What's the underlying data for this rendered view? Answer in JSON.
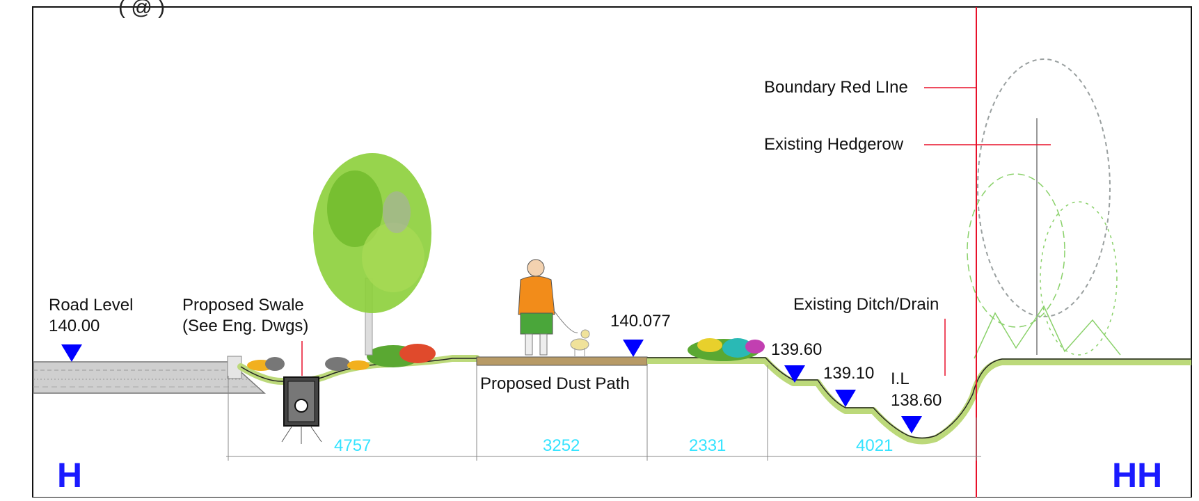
{
  "section": {
    "title_fragment": "(   @  )",
    "left_mark": "H",
    "right_mark": "HH"
  },
  "labels": {
    "road_level": "Road Level",
    "road_level_value": "140.00",
    "swale_line1": "Proposed Swale",
    "swale_line2": "(See Eng. Dwgs)",
    "path_level": "140.077",
    "dust_path": "Proposed Dust Path",
    "ditch": "Existing Ditch/Drain",
    "level_a": "139.60",
    "level_b": "139.10",
    "invert_label": "I.L",
    "invert_value": "138.60",
    "boundary": "Boundary Red LIne",
    "hedgerow": "Existing Hedgerow"
  },
  "dimensions": [
    "4757",
    "3252",
    "2331",
    "4021"
  ],
  "colors": {
    "level_marker": "#0000ff",
    "boundary_line": "#e8102a",
    "grass": "#bcd97a",
    "path": "#b79a66",
    "dimension_text": "#35e3ff",
    "section_mark": "#1a1aff"
  }
}
